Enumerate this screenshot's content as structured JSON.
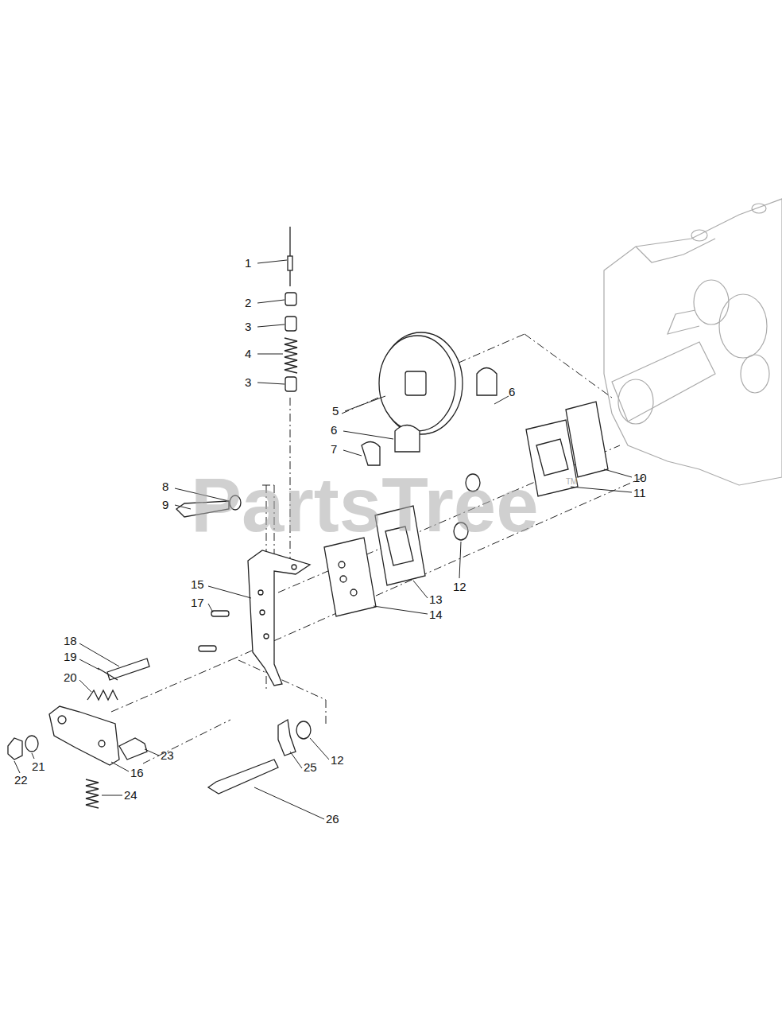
{
  "diagram": {
    "labels": [
      "1",
      "2",
      "3",
      "4",
      "3",
      "5",
      "6",
      "6",
      "7",
      "8",
      "9",
      "10",
      "11",
      "12",
      "13",
      "14",
      "15",
      "17",
      "18",
      "19",
      "20",
      "16",
      "21",
      "22",
      "23",
      "12",
      "24",
      "25",
      "26",
      "PartsTree",
      "TM"
    ]
  }
}
